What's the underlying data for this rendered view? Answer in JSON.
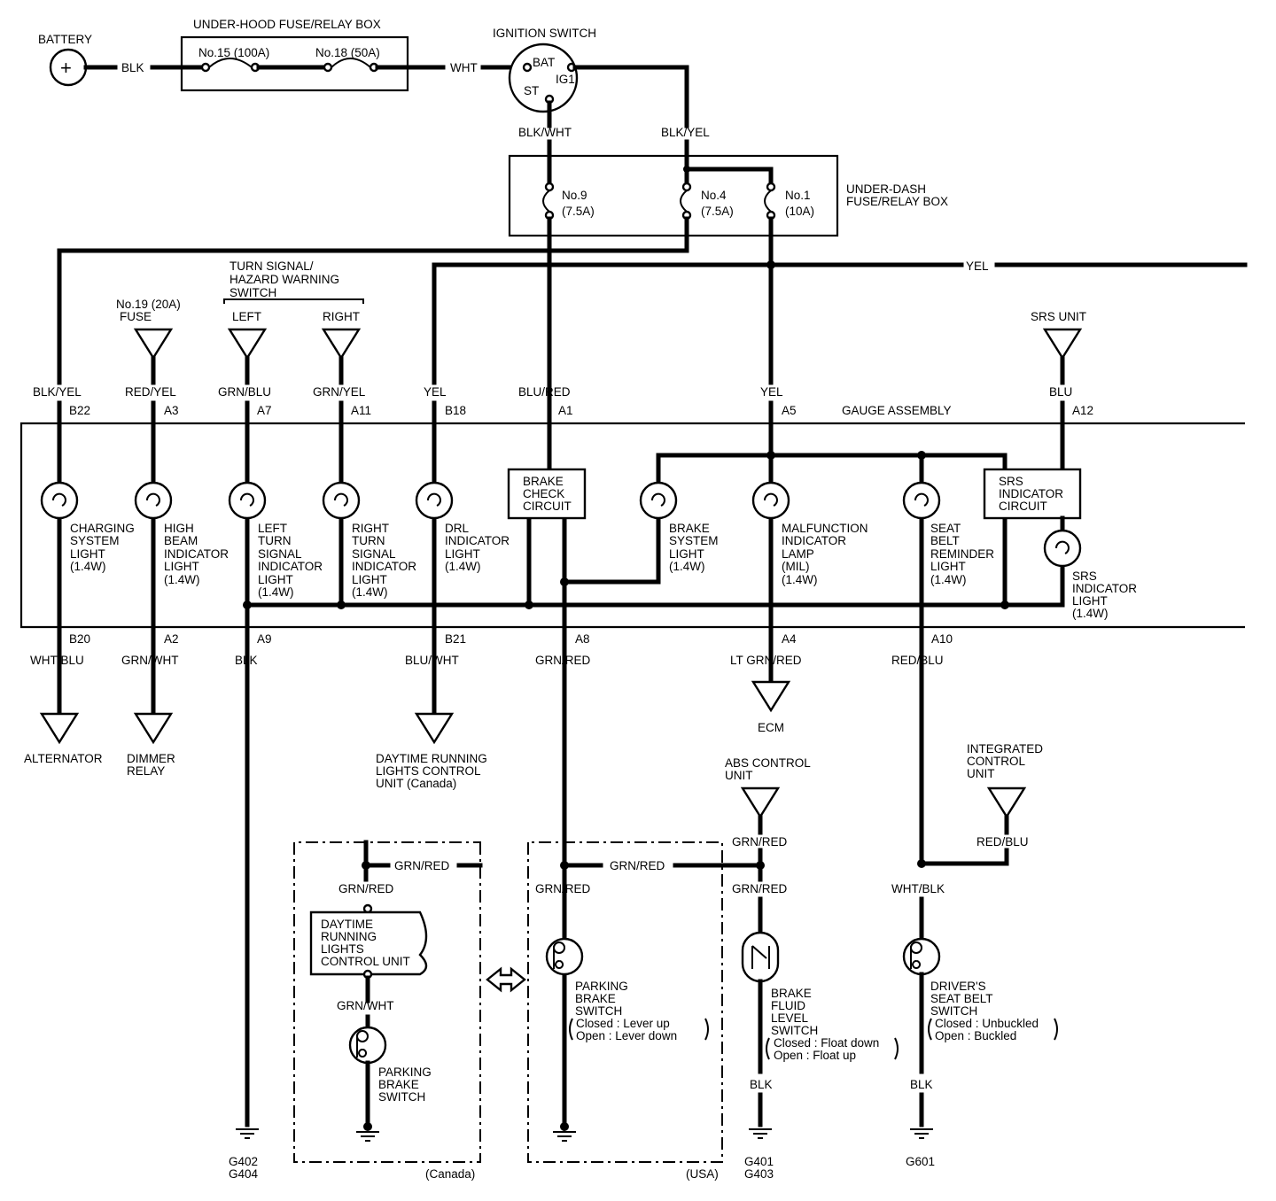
{
  "battery": {
    "label": "BATTERY",
    "symbol": "+"
  },
  "wires": {
    "blk": "BLK",
    "wht": "WHT",
    "blk_wht": "BLK/WHT",
    "blk_yel": "BLK/YEL",
    "yel": "YEL",
    "blk_yel_b22": "BLK/YEL",
    "red_yel": "RED/YEL",
    "grn_blu": "GRN/BLU",
    "grn_yel": "GRN/YEL",
    "yel_b18": "YEL",
    "blu_red": "BLU/RED",
    "yel_a5": "YEL",
    "blu": "BLU",
    "wht_blu": "WHT/BLU",
    "grn_wht": "GRN/WHT",
    "blk_a9": "BLK",
    "blu_wht": "BLU/WHT",
    "grn_red_a8": "GRN/RED",
    "lt_grn_red": "LT GRN/RED",
    "red_blu_a10": "RED/BLU"
  },
  "underhood": {
    "title": "UNDER-HOOD FUSE/RELAY BOX",
    "fuse1": "No.15 (100A)",
    "fuse2": "No.18 (50A)"
  },
  "ignition": {
    "title": "IGNITION SWITCH",
    "bat": "BAT",
    "ig1": "IG1",
    "st": "ST"
  },
  "underdash": {
    "title1": "UNDER-DASH",
    "title2": "FUSE/RELAY BOX",
    "f9a": "No.9",
    "f9b": "(7.5A)",
    "f4a": "No.4",
    "f4b": "(7.5A)",
    "f1a": "No.1",
    "f1b": "(10A)"
  },
  "inputs": {
    "fuse19a": "No.19 (20A)",
    "fuse19b": "FUSE",
    "turn1": "TURN SIGNAL/",
    "turn2": "HAZARD WARNING",
    "turn3": "SWITCH",
    "left": "LEFT",
    "right": "RIGHT",
    "srs_unit": "SRS UNIT"
  },
  "gauge": {
    "title": "GAUGE ASSEMBLY",
    "pins_top": [
      "B22",
      "A3",
      "A7",
      "A11",
      "B18",
      "A1",
      "A5",
      "A12"
    ],
    "pins_bottom": [
      "B20",
      "A2",
      "A9",
      "B21",
      "A8",
      "A4",
      "A10"
    ],
    "brake_check": [
      "BRAKE",
      "CHECK",
      "CIRCUIT"
    ],
    "srs_ind": [
      "SRS",
      "INDICATOR",
      "CIRCUIT"
    ],
    "lights": {
      "charging": [
        "CHARGING",
        "SYSTEM",
        "LIGHT",
        "(1.4W)"
      ],
      "highbeam": [
        "HIGH",
        "BEAM",
        "INDICATOR",
        "LIGHT",
        "(1.4W)"
      ],
      "leftturn": [
        "LEFT",
        "TURN",
        "SIGNAL",
        "INDICATOR",
        "LIGHT",
        "(1.4W)"
      ],
      "rightturn": [
        "RIGHT",
        "TURN",
        "SIGNAL",
        "INDICATOR",
        "LIGHT",
        "(1.4W)"
      ],
      "drl": [
        "DRL",
        "INDICATOR",
        "LIGHT",
        "(1.4W)"
      ],
      "brakesys": [
        "BRAKE",
        "SYSTEM",
        "LIGHT",
        "(1.4W)"
      ],
      "mil": [
        "MALFUNCTION",
        "INDICATOR",
        "LAMP",
        "(MIL)",
        "(1.4W)"
      ],
      "seatbelt": [
        "SEAT",
        "BELT",
        "REMINDER",
        "LIGHT",
        "(1.4W)"
      ],
      "srs": [
        "SRS",
        "INDICATOR",
        "LIGHT",
        "(1.4W)"
      ]
    }
  },
  "outputs": {
    "alternator": "ALTERNATOR",
    "dimmer1": "DIMMER",
    "dimmer2": "RELAY",
    "drl1": "DAYTIME RUNNING",
    "drl2": "LIGHTS CONTROL",
    "drl3": "UNIT (Canada)",
    "ecm": "ECM",
    "abs1": "ABS CONTROL",
    "abs2": "UNIT",
    "icu1": "INTEGRATED",
    "icu2": "CONTROL",
    "icu3": "UNIT"
  },
  "lower": {
    "grn_red": "GRN/RED",
    "grn_wht": "GRN/WHT",
    "red_blu": "RED/BLU",
    "wht_blk": "WHT/BLK",
    "blk": "BLK",
    "drl_unit": [
      "DAYTIME",
      "RUNNING",
      "LIGHTS",
      "CONTROL UNIT"
    ],
    "park_canada": [
      "PARKING",
      "BRAKE",
      "SWITCH"
    ],
    "park_usa": [
      "PARKING",
      "BRAKE",
      "SWITCH"
    ],
    "park_usa_closed": "Closed  : Lever up",
    "park_usa_open": "Open    : Lever down",
    "fluid": [
      "BRAKE",
      "FLUID",
      "LEVEL",
      "SWITCH"
    ],
    "fluid_closed": "Closed  : Float down",
    "fluid_open": "Open    : Float up",
    "seat": [
      "DRIVER'S",
      "SEAT BELT",
      "SWITCH"
    ],
    "seat_closed": "Closed  : Unbuckled",
    "seat_open": "Open    : Buckled",
    "canada": "(Canada)",
    "usa": "(USA)",
    "grounds": {
      "g402": "G402",
      "g404": "G404",
      "g401": "G401",
      "g403": "G403",
      "g601": "G601"
    }
  }
}
